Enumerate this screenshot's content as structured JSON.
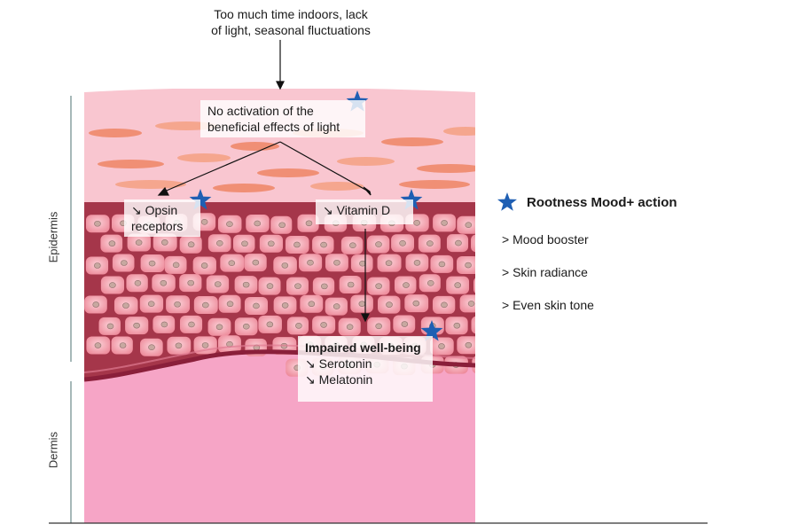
{
  "top_note": {
    "line1": "Too much time indoors, lack",
    "line2": "of light, seasonal fluctuations"
  },
  "boxes": {
    "activation": {
      "line1": "No activation of the",
      "line2": "beneficial effects of light"
    },
    "opsin": {
      "line1": "↘ Opsin",
      "line2": "receptors"
    },
    "vitamin": {
      "line1": "↘ Vitamin D"
    },
    "wellbeing": {
      "title": "Impaired well-being",
      "line1": "↘ Serotonin",
      "line2": "↘ Melatonin"
    }
  },
  "layers": {
    "epidermis": "Epidermis",
    "dermis": "Dermis"
  },
  "legend": {
    "title": "Rootness Mood+ action",
    "items": [
      "> Mood booster",
      "> Skin radiance",
      "> Even skin tone"
    ]
  },
  "colors": {
    "star": "#1f5fb3",
    "dermis": "#f6a5c6",
    "cells": "#ef9aa8",
    "stratum": "#f7c0cc",
    "orange": "#f08a6a"
  }
}
